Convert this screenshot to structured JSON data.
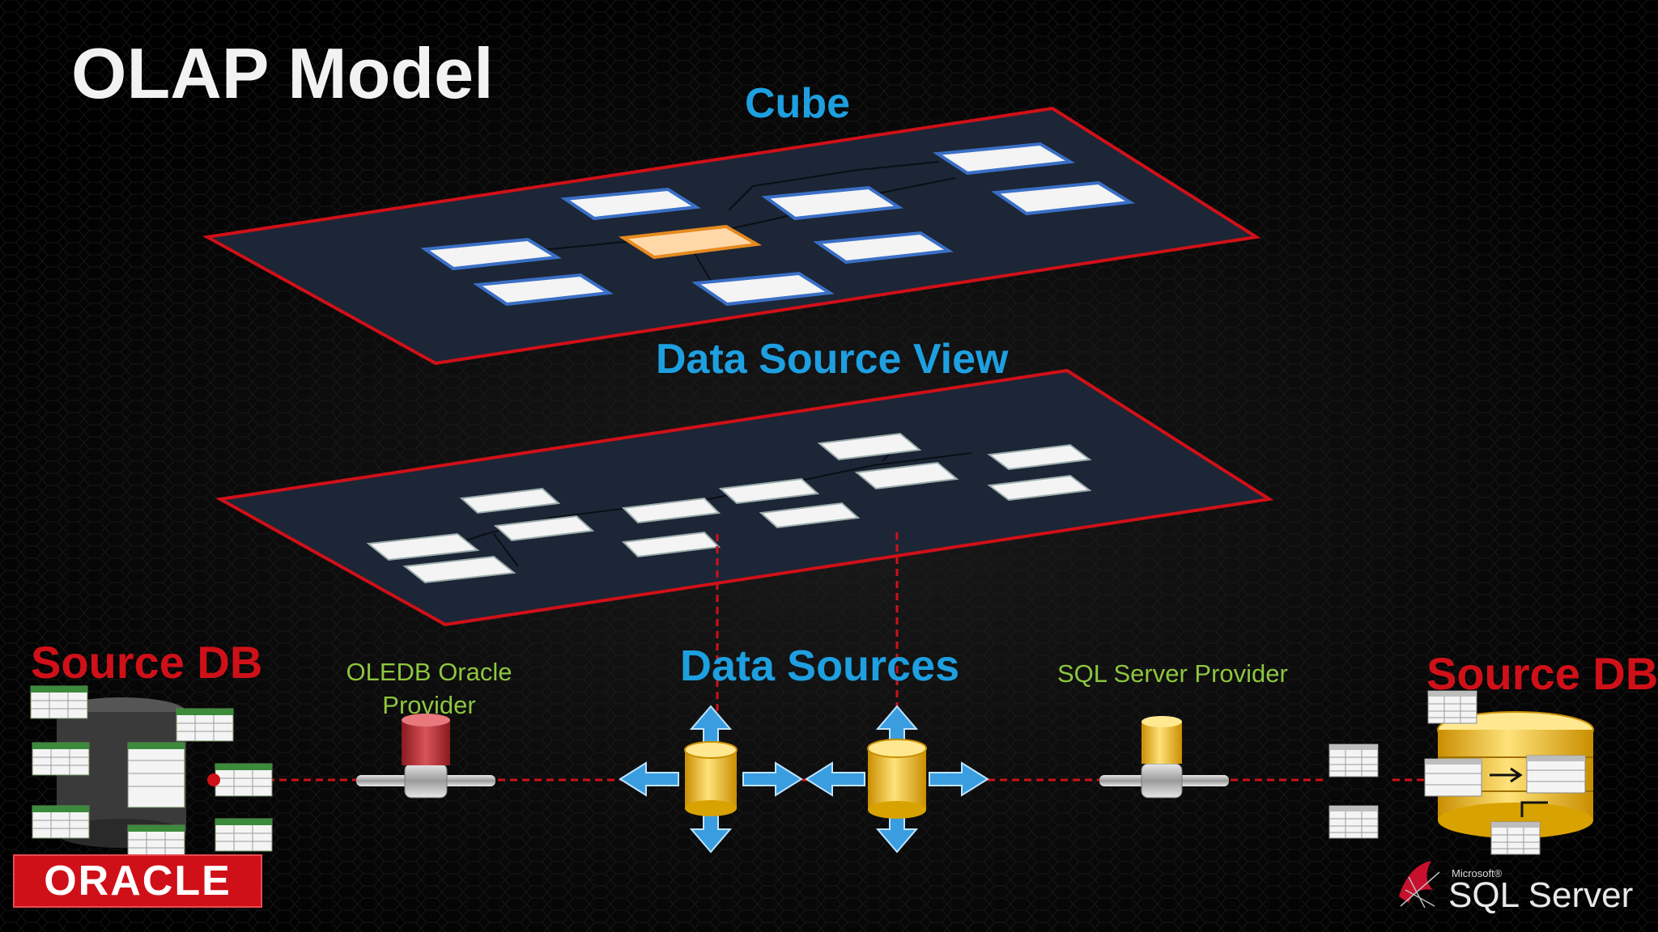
{
  "slide": {
    "title": "OLAP Model",
    "labels": {
      "cube": "Cube",
      "dsv": "Data Source View",
      "data_sources": "Data Sources",
      "source_db_left": "Source DB",
      "source_db_right": "Source DB",
      "oledb_line1": "OLEDB Oracle",
      "oledb_line2": "Provider",
      "sql_provider": "SQL Server Provider"
    },
    "logos": {
      "oracle": "ORACLE",
      "sql_small": "Microsoft®",
      "sql_main": "SQL Server"
    }
  },
  "colors": {
    "background": "#000000",
    "layer_fill": "#1c2636",
    "layer_border": "#d01018",
    "heading_blue": "#1e9fe0",
    "source_red": "#d01018",
    "provider_green": "#8dc63f",
    "cylinder_gold": "#f2c21b",
    "arrow_blue": "#3a9de0"
  },
  "icons": [
    "cube-table-icon",
    "dimension-table-icon",
    "database-cylinder-icon",
    "four-way-arrow-icon",
    "provider-pipe-icon",
    "oracle-logo",
    "sql-server-logo"
  ]
}
